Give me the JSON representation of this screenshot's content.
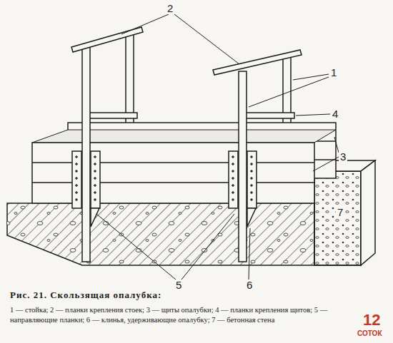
{
  "diagram": {
    "caption": "Рис. 21. Скользящая опалубка:",
    "labels": [
      "2",
      "1",
      "4",
      "3",
      "5",
      "6",
      "7",
      "1 — стойка; 2 — планки крепления стоек; 3 — щиты опалубки; 4 — планки крепления щитов; 5 — направляющие планки; 6 — клинья, удерживающие опалубку; 7 — бетонная стена",
      "12",
      "СОТОК"
    ]
  }
}
